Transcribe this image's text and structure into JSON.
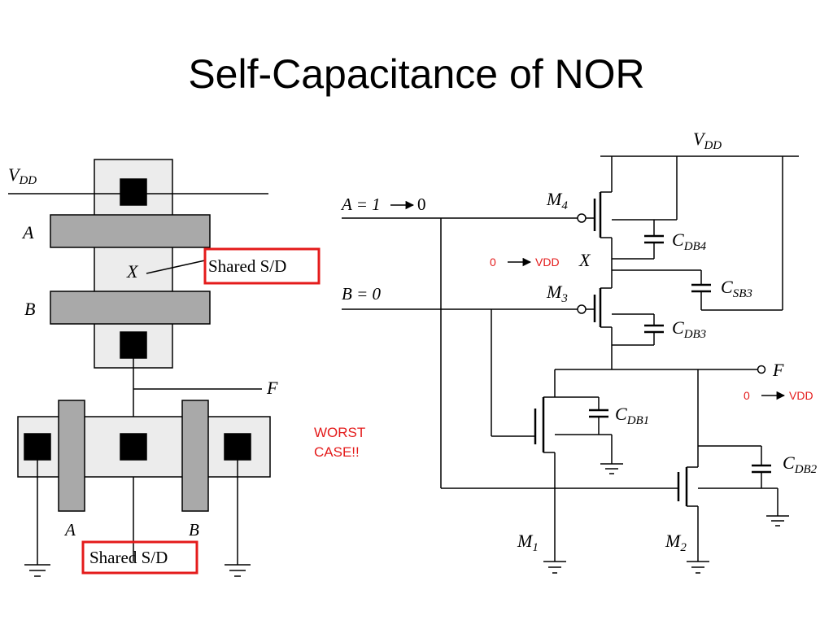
{
  "title": "Self-Capacitance of NOR",
  "notes": {
    "worst_case_line1": "WORST",
    "worst_case_line2": "CASE!!",
    "x_transition": "0",
    "x_transition_to": "VDD",
    "f_transition": "0",
    "f_transition_to": "VDD"
  },
  "layout": {
    "vdd": "V",
    "vdd_sub": "DD",
    "gate_a": "A",
    "gate_b": "B",
    "node_x": "X",
    "output_f": "F",
    "shared_sd_top": "Shared S/D",
    "shared_sd_bottom": "Shared S/D",
    "bottom_gate_a": "A",
    "bottom_gate_b": "B"
  },
  "schematic": {
    "vdd": "V",
    "vdd_sub": "DD",
    "input_a": "A = 1",
    "input_a_to": "0",
    "input_b": "B = 0",
    "m4": "M",
    "m4_sub": "4",
    "m3": "M",
    "m3_sub": "3",
    "m1": "M",
    "m1_sub": "1",
    "m2": "M",
    "m2_sub": "2",
    "node_x": "X",
    "output_f": "F",
    "c_db4": "C",
    "c_db4_sub": "DB4",
    "c_sb3": "C",
    "c_sb3_sub": "SB3",
    "c_db3": "C",
    "c_db3_sub": "DB3",
    "c_db1": "C",
    "c_db1_sub": "DB1",
    "c_db2": "C",
    "c_db2_sub": "DB2"
  },
  "colors": {
    "highlight": "#e41b1b",
    "diffusion": "#ececec",
    "poly": "#a9a9a9"
  }
}
